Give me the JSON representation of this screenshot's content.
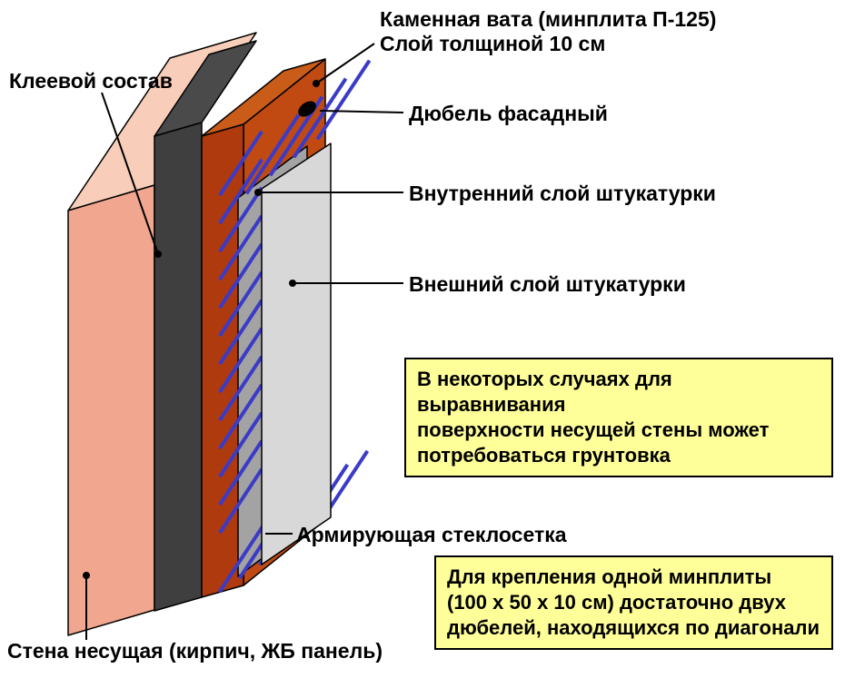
{
  "colors": {
    "background": "#FFFFFF",
    "wall_front": "#F1A78F",
    "wall_top": "#F8CDB9",
    "adhesive_front": "#3F3F3F",
    "adhesive_top": "#4A4A4A",
    "wool_front": "#AE3A0E",
    "wool_side": "#C04A12",
    "wool_top": "#CA5C1A",
    "inner_plaster": "#A3A3A3",
    "outer_plaster": "#D8D8D8",
    "mesh": "#3B3BC8",
    "dowel": "#000000",
    "note_bg": "#FFFF99",
    "outline": "#000000"
  },
  "labels": {
    "mineral_wool": {
      "line1": "Каменная вата (минплита П-125)",
      "line2": "Слой толщиной 10 см"
    },
    "adhesive": "Клеевой состав",
    "dowel": "Дюбель фасадный",
    "inner_plaster": "Внутренний слой штукатурки",
    "outer_plaster": "Внешний слой штукатурки",
    "mesh": "Армирующая стеклосетка",
    "bearing_wall": "Стена несущая (кирпич, ЖБ панель)"
  },
  "notes": {
    "primer": {
      "lines": [
        "В некоторых случаях для выравнивания",
        "поверхности несущей стены может",
        "потребоваться грунтовка"
      ]
    },
    "dowels": {
      "lines": [
        "Для крепления одной минплиты",
        "(100 x 50 x 10 см) достаточно двух",
        "дюбелей, находящихся по диагонали"
      ]
    }
  }
}
